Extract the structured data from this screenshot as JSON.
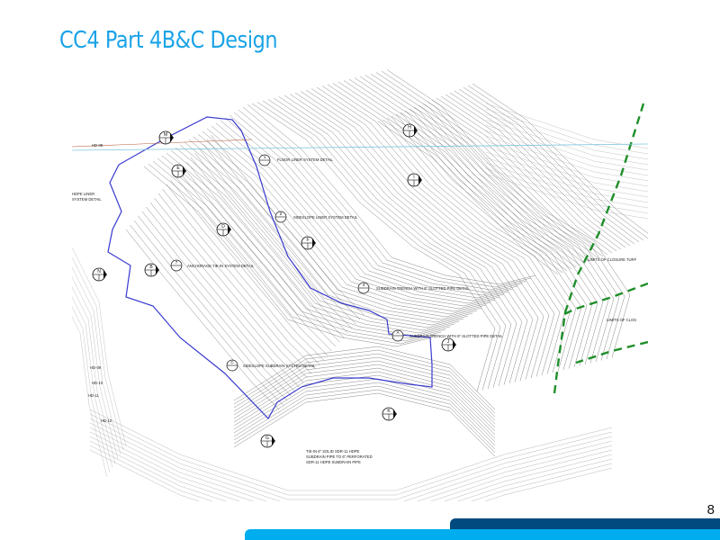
{
  "slide": {
    "title": "CC4 Part 4B&C Design",
    "page_number": "8"
  },
  "colors": {
    "title": "#1aa3e6",
    "boundary": "#3a3ad0",
    "closure_limit": "#1f8f2a",
    "footer_dark": "#004a80",
    "footer_light": "#00adef"
  },
  "drawing": {
    "callouts": [
      {
        "id": "1",
        "label": "FLOOR LINER SYSTEM DETAIL"
      },
      {
        "id": "2",
        "label": "SIDESLOPE LINER SYSTEM DETAIL"
      },
      {
        "id": "7",
        "label": "ANCHORAGE TIE-IN SYSTEM DETAIL"
      },
      {
        "id": "4",
        "label": "SUBDRAIN TRENCH WITH 6\" SLOTTED PIPE DETAIL"
      },
      {
        "id": "A",
        "label": "SUBDRAIN TRENCH WITH 6\" SLOTTED PIPE DETAIL"
      },
      {
        "id": "C",
        "label": "SIDESLOPE SUBDRAIN SYSTEM DETAIL"
      }
    ],
    "note_tiein": [
      "TIE-IN 6\" SOLID SDR-11 HDPE",
      "SUBDRAIN PIPE TO 6\" PERFORATED",
      "SDR-11 HDPE SUBDRAIN PIPE"
    ],
    "note_liner": [
      "HDPE LINER",
      "SYSTEM DETAIL"
    ],
    "limits_1": "LIMITS OF CLOSURE TURF",
    "limits_2": "LIMITS OF CLOS",
    "markers": [
      "B",
      "D",
      "E",
      "F",
      "H",
      "I",
      "J",
      "K",
      "M",
      "N",
      "G"
    ],
    "hd_labels": [
      "HD-08",
      "HD-09",
      "HD-10",
      "HD-11",
      "HD-12"
    ]
  }
}
